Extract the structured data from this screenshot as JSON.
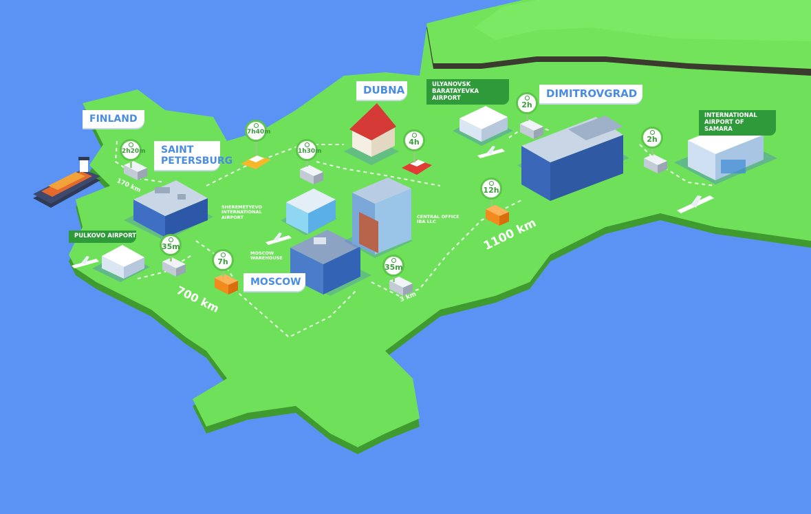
{
  "labels": {
    "finland": "FINLAND",
    "saint_petersburg": "SAINT PETERSBURG",
    "dubna": "DUBNA",
    "dimitrovgrad": "DIMITROVGRAD",
    "moscow": "MOSCOW",
    "pulkovo_airport": "PULKOVO AIRPORT",
    "ulyanovsk_airport": "ULYANOVSK BARATAYEVKA AIRPORT",
    "samara_airport": "INTERNATIONAL AIRPORT OF SAMARA",
    "sheremetyevo_airport": "SHEREMETYEVO INTERNATIONAL AIRPORT",
    "central_office": "CENTRAL OFFICE IBA LLC",
    "moscow_warehouse": "MOSCOW WAREHOUSE"
  },
  "times": {
    "finland_to_spb": "2h20m",
    "spb_to_dubna": "7h40m",
    "dubna_route": "1h30m",
    "dubna_car": "4h",
    "spb_to_pulkovo": "35m",
    "spb_to_moscow": "7h",
    "moscow_to_office": "35m",
    "moscow_to_dimitrovgrad": "12h",
    "dimitrovgrad_to_ulyanovsk": "2h",
    "dimitrovgrad_to_samara": "2h"
  },
  "distances": {
    "finland_to_spb": "170 km",
    "spb_to_moscow": "700 km",
    "moscow_to_office": "3 km",
    "moscow_to_dimitrovgrad": "1100 km"
  },
  "icons": {
    "time_badge": "clock-icon",
    "truck": "truck-icon",
    "car": "car-icon",
    "airplane": "airplane-icon",
    "ship": "cargo-ship-icon"
  },
  "colors": {
    "sea": "#5b93f5",
    "land": "#6fe05a",
    "land_edge": "#3f9a2f",
    "label_dark": "#2f9a3a",
    "label_text_blue": "#4a8de0",
    "badge_ring": "#5cc54a"
  }
}
